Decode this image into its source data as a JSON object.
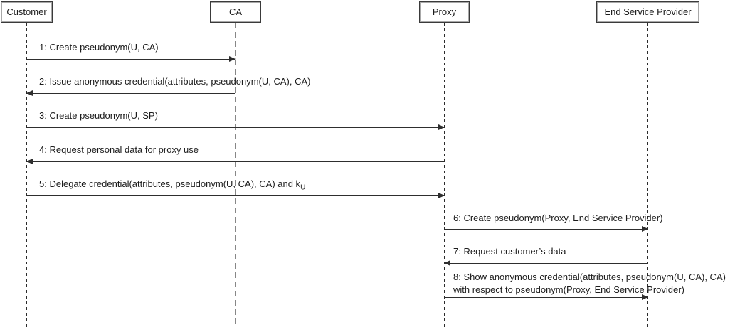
{
  "actors": [
    {
      "name": "Customer"
    },
    {
      "name": "CA"
    },
    {
      "name": "Proxy"
    },
    {
      "name": "End Service Provider"
    }
  ],
  "messages": [
    {
      "label": "1: Create pseudonym(U, CA)",
      "from": "Customer",
      "to": "CA",
      "direction": "right"
    },
    {
      "label": "2: Issue anonymous credential(attributes, pseudonym(U, CA), CA)",
      "from": "CA",
      "to": "Customer",
      "direction": "left"
    },
    {
      "label": "3: Create pseudonym(U, SP)",
      "from": "Customer",
      "to": "Proxy",
      "direction": "right"
    },
    {
      "label": "4: Request personal data for proxy use",
      "from": "Proxy",
      "to": "Customer",
      "direction": "left"
    },
    {
      "label": "5: Delegate credential(attributes, pseudonym(U, CA), CA) and k",
      "label_sub": "U",
      "from": "Customer",
      "to": "Proxy",
      "direction": "right"
    },
    {
      "label": "6: Create pseudonym(Proxy, End Service Provider)",
      "from": "Proxy",
      "to": "End Service Provider",
      "direction": "right"
    },
    {
      "label": "7: Request customer’s data",
      "from": "End Service Provider",
      "to": "Proxy",
      "direction": "left"
    },
    {
      "label_line1": "8: Show anonymous credential(attributes, pseudonym(U, CA), CA)",
      "label_line2": "with respect to pseudonym(Proxy, End Service Provider)",
      "from": "Proxy",
      "to": "End Service Provider",
      "direction": "right"
    }
  ],
  "colors": {
    "background": "#ffffff",
    "text": "#1c1c1c",
    "line": "#2e2e2e",
    "lifeline": "#2b2b2b",
    "ca_lifeline": "#878787",
    "box_border": "#3a3a3a"
  }
}
